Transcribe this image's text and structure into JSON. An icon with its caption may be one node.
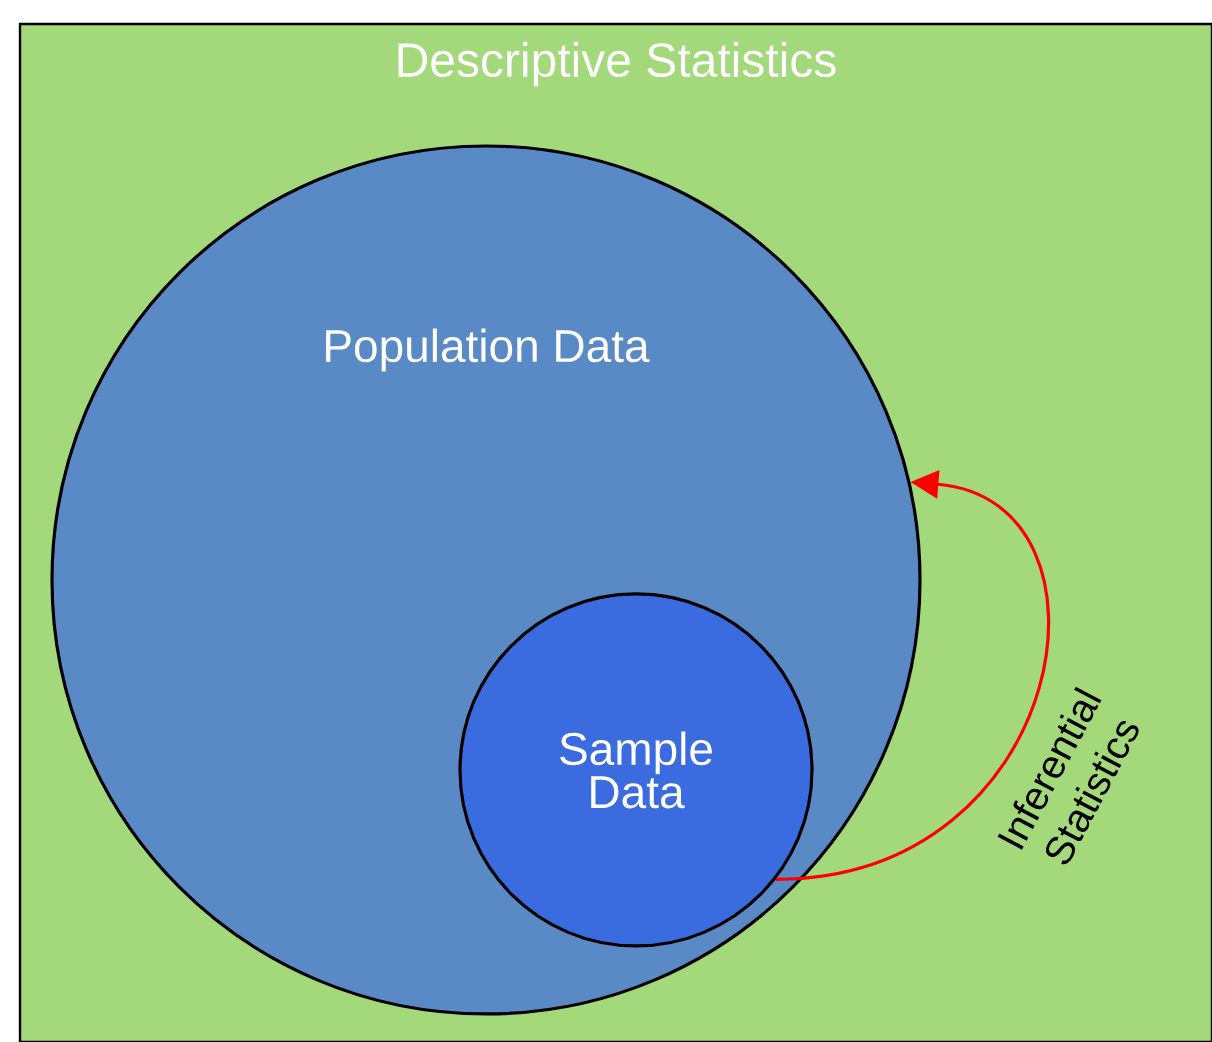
{
  "diagram": {
    "nodes": [
      {
        "text": [
          "Descriptive Statistics"
        ]
      },
      {
        "text": [
          "Population Data"
        ],
        "in": 0
      },
      {
        "text": [
          "Sample Data"
        ],
        "in": 1
      }
    ],
    "edges": [
      {
        "from": 2,
        "to": 1,
        "arrow": "to",
        "label": "Inferential Statistics",
        "color": "#ff0000"
      }
    ]
  }
}
